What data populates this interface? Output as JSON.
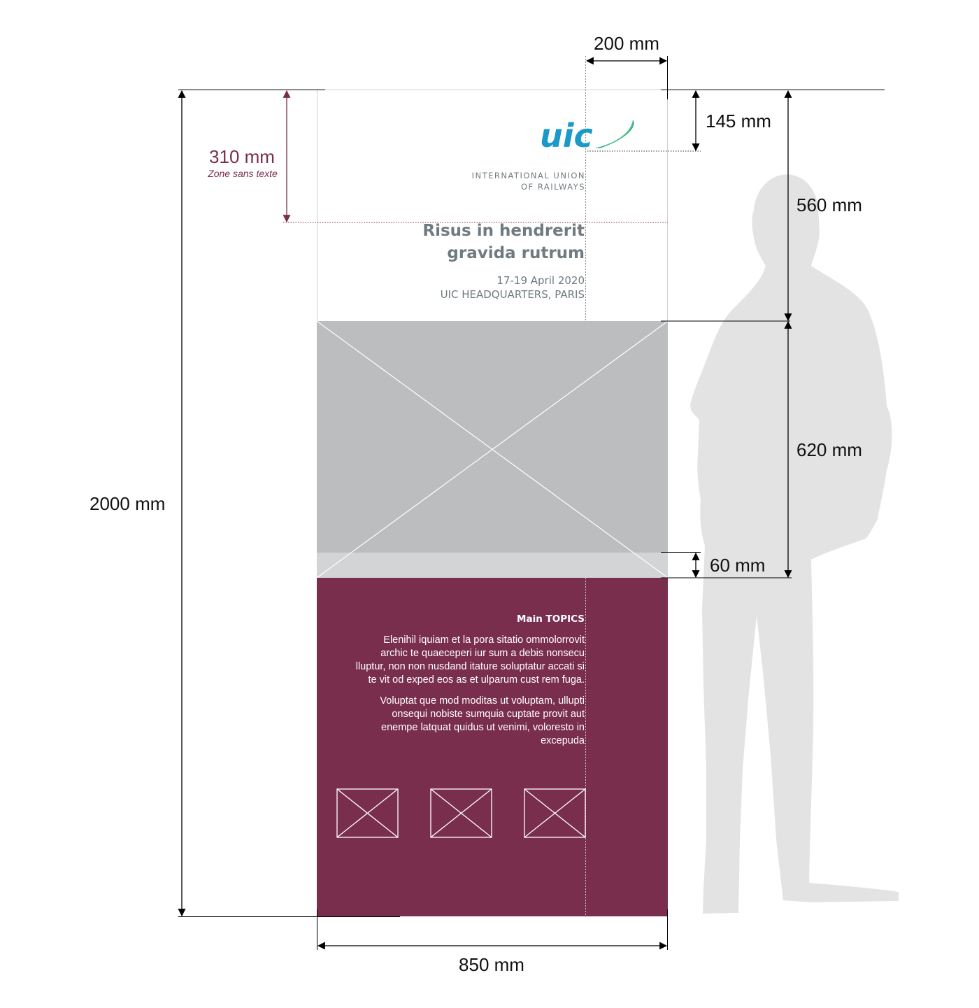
{
  "colors": {
    "accent": "#7a2e4d",
    "logo_blue": "#1b9ac9",
    "logo_green": "#44b983",
    "title_gray": "#6f7b80",
    "image_placeholder": "#bcbdbf",
    "silhouette": "#e3e3e3"
  },
  "dimensions": {
    "total_height": "2000 mm",
    "width": "850 mm",
    "margin_right": "200 mm",
    "logo_zone": "145 mm",
    "header_zone": "560 mm",
    "image_zone": "620 mm",
    "band": "60 mm",
    "no_text_zone": "310 mm",
    "no_text_note": "Zone sans texte"
  },
  "logo": {
    "mark": "uic",
    "line1": "INTERNATIONAL UNION",
    "line2": "OF RAILWAYS"
  },
  "header": {
    "title_line1": "Risus in hendrerit",
    "title_line2": "gravida rutrum",
    "date": "17-19 April 2020",
    "venue": "UIC HEADQUARTERS, PARIS"
  },
  "topics": {
    "heading": "Main TOPICS",
    "paragraph1": [
      "Elenihil iquiam et la pora sitatio ommolorrovit",
      "archic te quaeceperi iur sum a debis nonsecu",
      "lluptur, non non nusdand itature soluptatur accati si",
      "te vit od exped eos as et ulparum cust rem fuga."
    ],
    "paragraph2": [
      "Voluptat que mod moditas ut voluptam, ullupti",
      "onsequi nobiste sumquia cuptate provit aut",
      "enempe latquat quidus ut venimi, voloresto in",
      "excepuda"
    ]
  },
  "icons": [
    "image-placeholder-icon",
    "image-placeholder-icon",
    "image-placeholder-icon",
    "person-silhouette-icon"
  ]
}
